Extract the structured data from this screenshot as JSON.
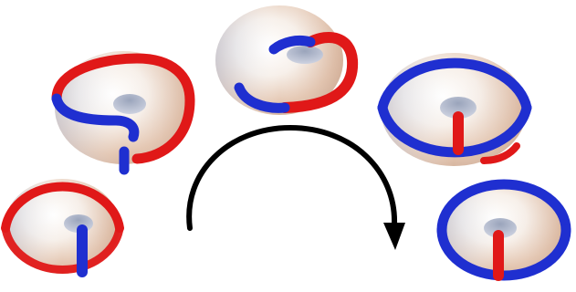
{
  "figure": {
    "colors": {
      "background": "#ffffff",
      "torus_light": "#f7f2ee",
      "torus_warm": "#dcb8a0",
      "torus_cool": "#b9c6dc",
      "torus_hole": "#a9b2c6",
      "tube_red": "#e01818",
      "tube_blue": "#1f2fd0",
      "arrow": "#000000"
    },
    "tori": [
      {
        "id": "torus-1",
        "stage": "start",
        "side": "left-bottom"
      },
      {
        "id": "torus-2",
        "stage": "twisting",
        "side": "left-top"
      },
      {
        "id": "torus-3",
        "stage": "midpoint",
        "side": "top-center"
      },
      {
        "id": "torus-4",
        "stage": "untwisting",
        "side": "right-top"
      },
      {
        "id": "torus-5",
        "stage": "end",
        "side": "right-bottom"
      }
    ],
    "arrow": {
      "direction": "clockwise",
      "icon": "curved-arrow-icon"
    }
  }
}
